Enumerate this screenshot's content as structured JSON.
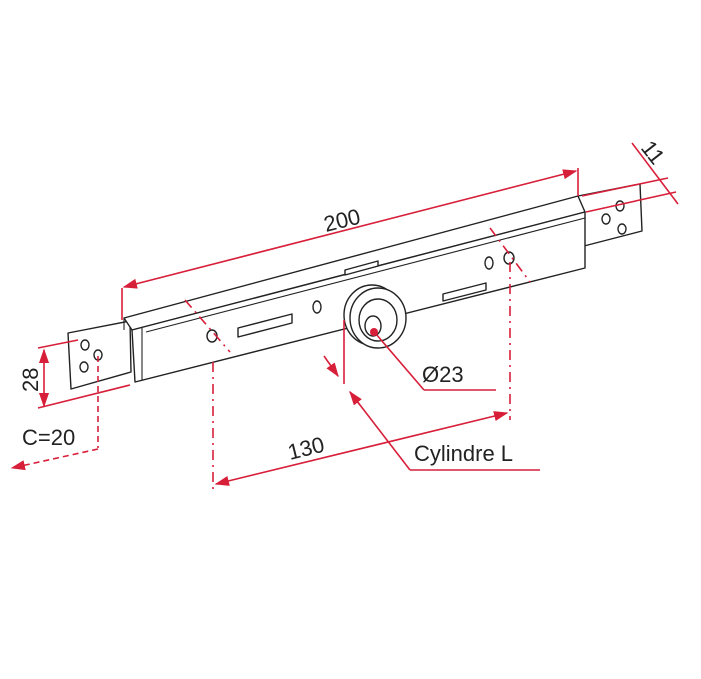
{
  "dimensions": {
    "length": "200",
    "center_distance": "130",
    "height": "28",
    "thickness": "11",
    "cylinder_diameter": "Ø23",
    "cylinder_length": "Cylindre L",
    "center_offset": "C=20"
  },
  "colors": {
    "dimension": "#d81f3a",
    "outline": "#222222"
  }
}
